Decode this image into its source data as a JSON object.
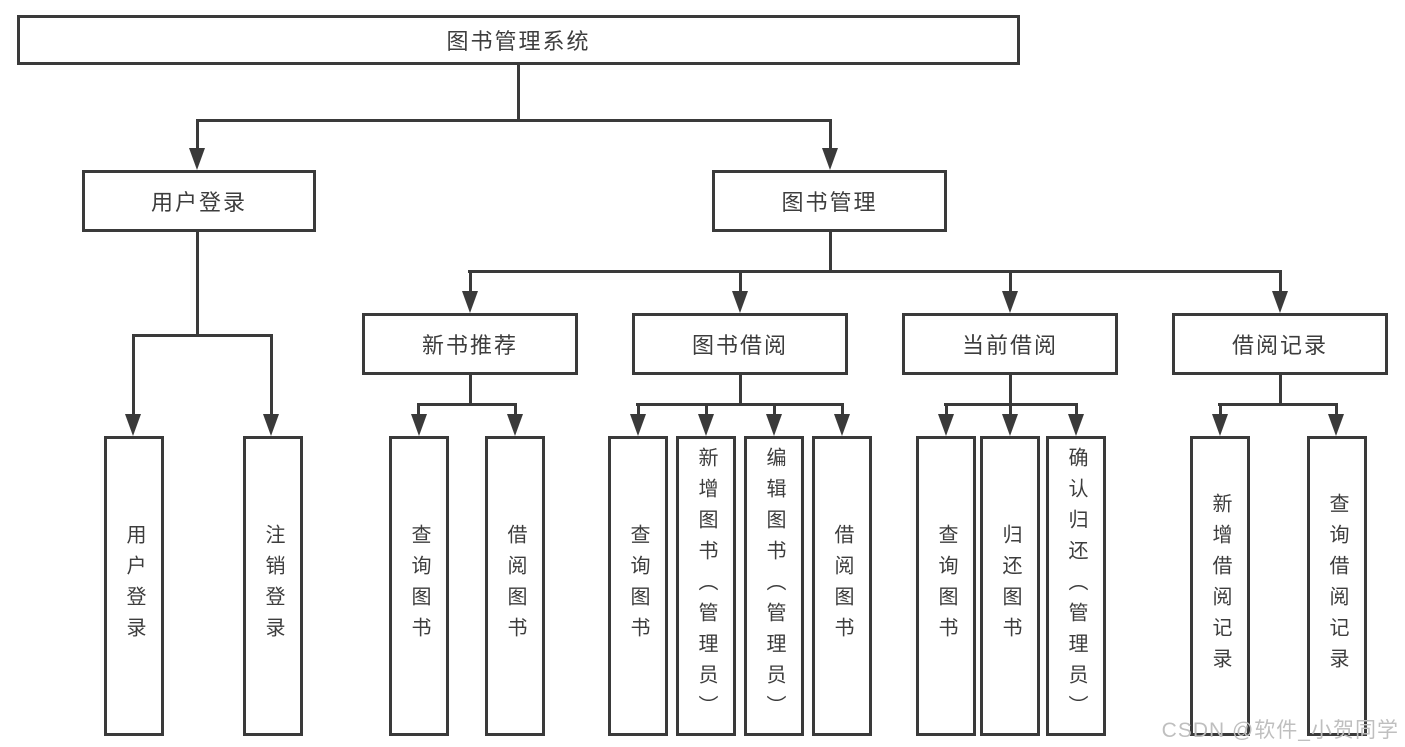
{
  "diagram": {
    "type": "hierarchy",
    "tree": {
      "label": "图书管理系统",
      "children": [
        {
          "label": "用户登录",
          "children": [
            {
              "label": "用户登录"
            },
            {
              "label": "注销登录"
            }
          ]
        },
        {
          "label": "图书管理",
          "children": [
            {
              "label": "新书推荐",
              "children": [
                {
                  "label": "查询图书"
                },
                {
                  "label": "借阅图书"
                }
              ]
            },
            {
              "label": "图书借阅",
              "children": [
                {
                  "label": "查询图书"
                },
                {
                  "label": "新增图书（管理员）"
                },
                {
                  "label": "编辑图书（管理员）"
                },
                {
                  "label": "借阅图书"
                }
              ]
            },
            {
              "label": "当前借阅",
              "children": [
                {
                  "label": "查询图书"
                },
                {
                  "label": "归还图书"
                },
                {
                  "label": "确认归还（管理员）"
                }
              ]
            },
            {
              "label": "借阅记录",
              "children": [
                {
                  "label": "新增借阅记录"
                },
                {
                  "label": "查询借阅记录"
                }
              ]
            }
          ]
        }
      ]
    }
  },
  "watermark": {
    "text": "CSDN @软件_小贺同学"
  },
  "colors": {
    "line": "#3a3a3a",
    "text": "#3d3d3d",
    "background": "#ffffff",
    "watermark": "#bfbfbf"
  }
}
